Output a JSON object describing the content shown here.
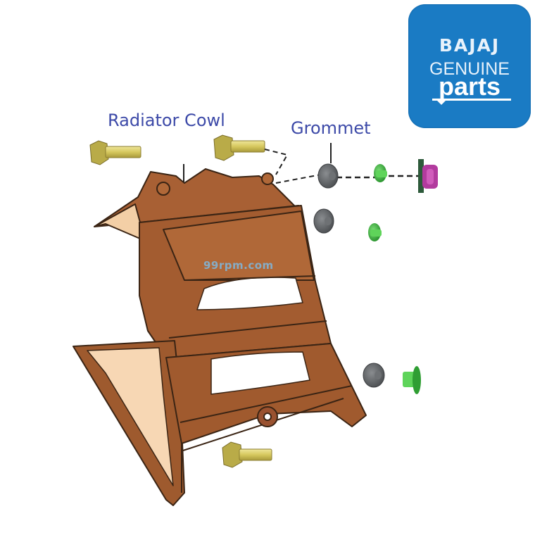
{
  "logo": {
    "brand": "BAJAJ",
    "line2": "GENUINE",
    "line3": "parts",
    "background_color": "#1a7bc4"
  },
  "labels": {
    "radiator_cowl": "Radiator Cowl",
    "grommet": "Grommet",
    "label_color": "#3d4aa8"
  },
  "watermark": "99rpm.com",
  "parts": [
    {
      "name": "bolt",
      "color": "#d8cc6a",
      "count": 3
    },
    {
      "name": "radiator-cowl",
      "color": "#a0582e"
    },
    {
      "name": "grommet",
      "color": "#5c5f63",
      "count": 3
    },
    {
      "name": "collar",
      "color": "#3cb43c",
      "count": 3
    },
    {
      "name": "clip",
      "color": "#b2369c",
      "count": 1
    }
  ]
}
